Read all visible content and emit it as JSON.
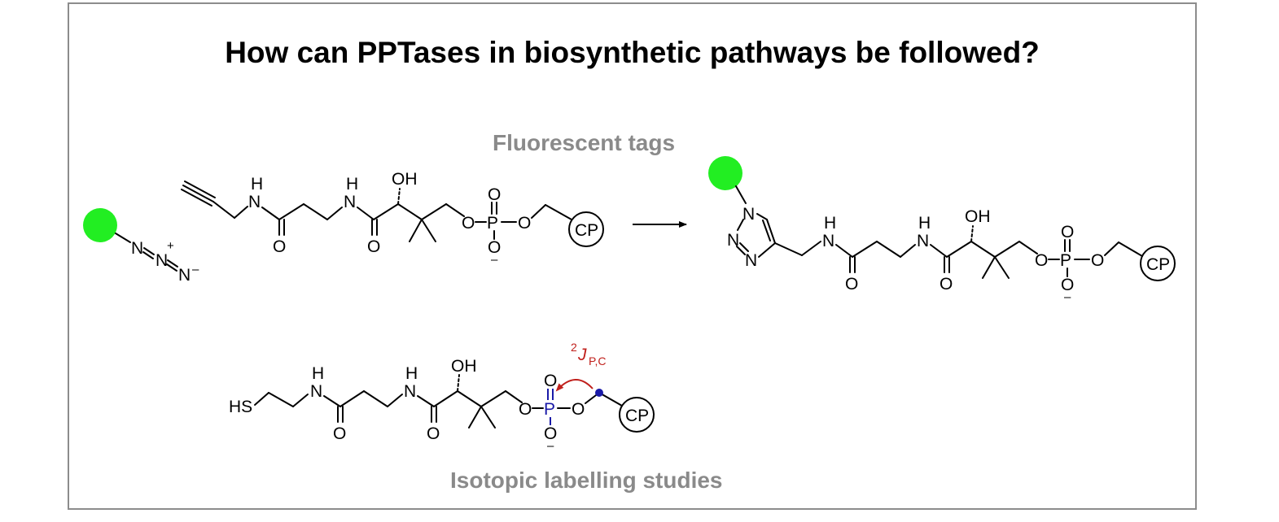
{
  "title": "How can PPTases in biosynthetic pathways be followed?",
  "labels": {
    "fluorescent": "Fluorescent tags",
    "isotopic": "Isotopic labelling studies"
  },
  "atoms": {
    "N": "N",
    "H": "H",
    "O": "O",
    "OH": "OH",
    "P": "P",
    "CP": "CP",
    "HS": "HS",
    "minus": "–",
    "plus": "+"
  },
  "coupling": {
    "superscript": "2",
    "symbol": "J",
    "subscript": "P,C"
  },
  "colors": {
    "fluorophore": "#22ee22",
    "label_gray": "#8a8a8a",
    "phosphorus_blue": "#1a1aa8",
    "coupling_red": "#c0201c",
    "frame": "#8c8c8c"
  }
}
